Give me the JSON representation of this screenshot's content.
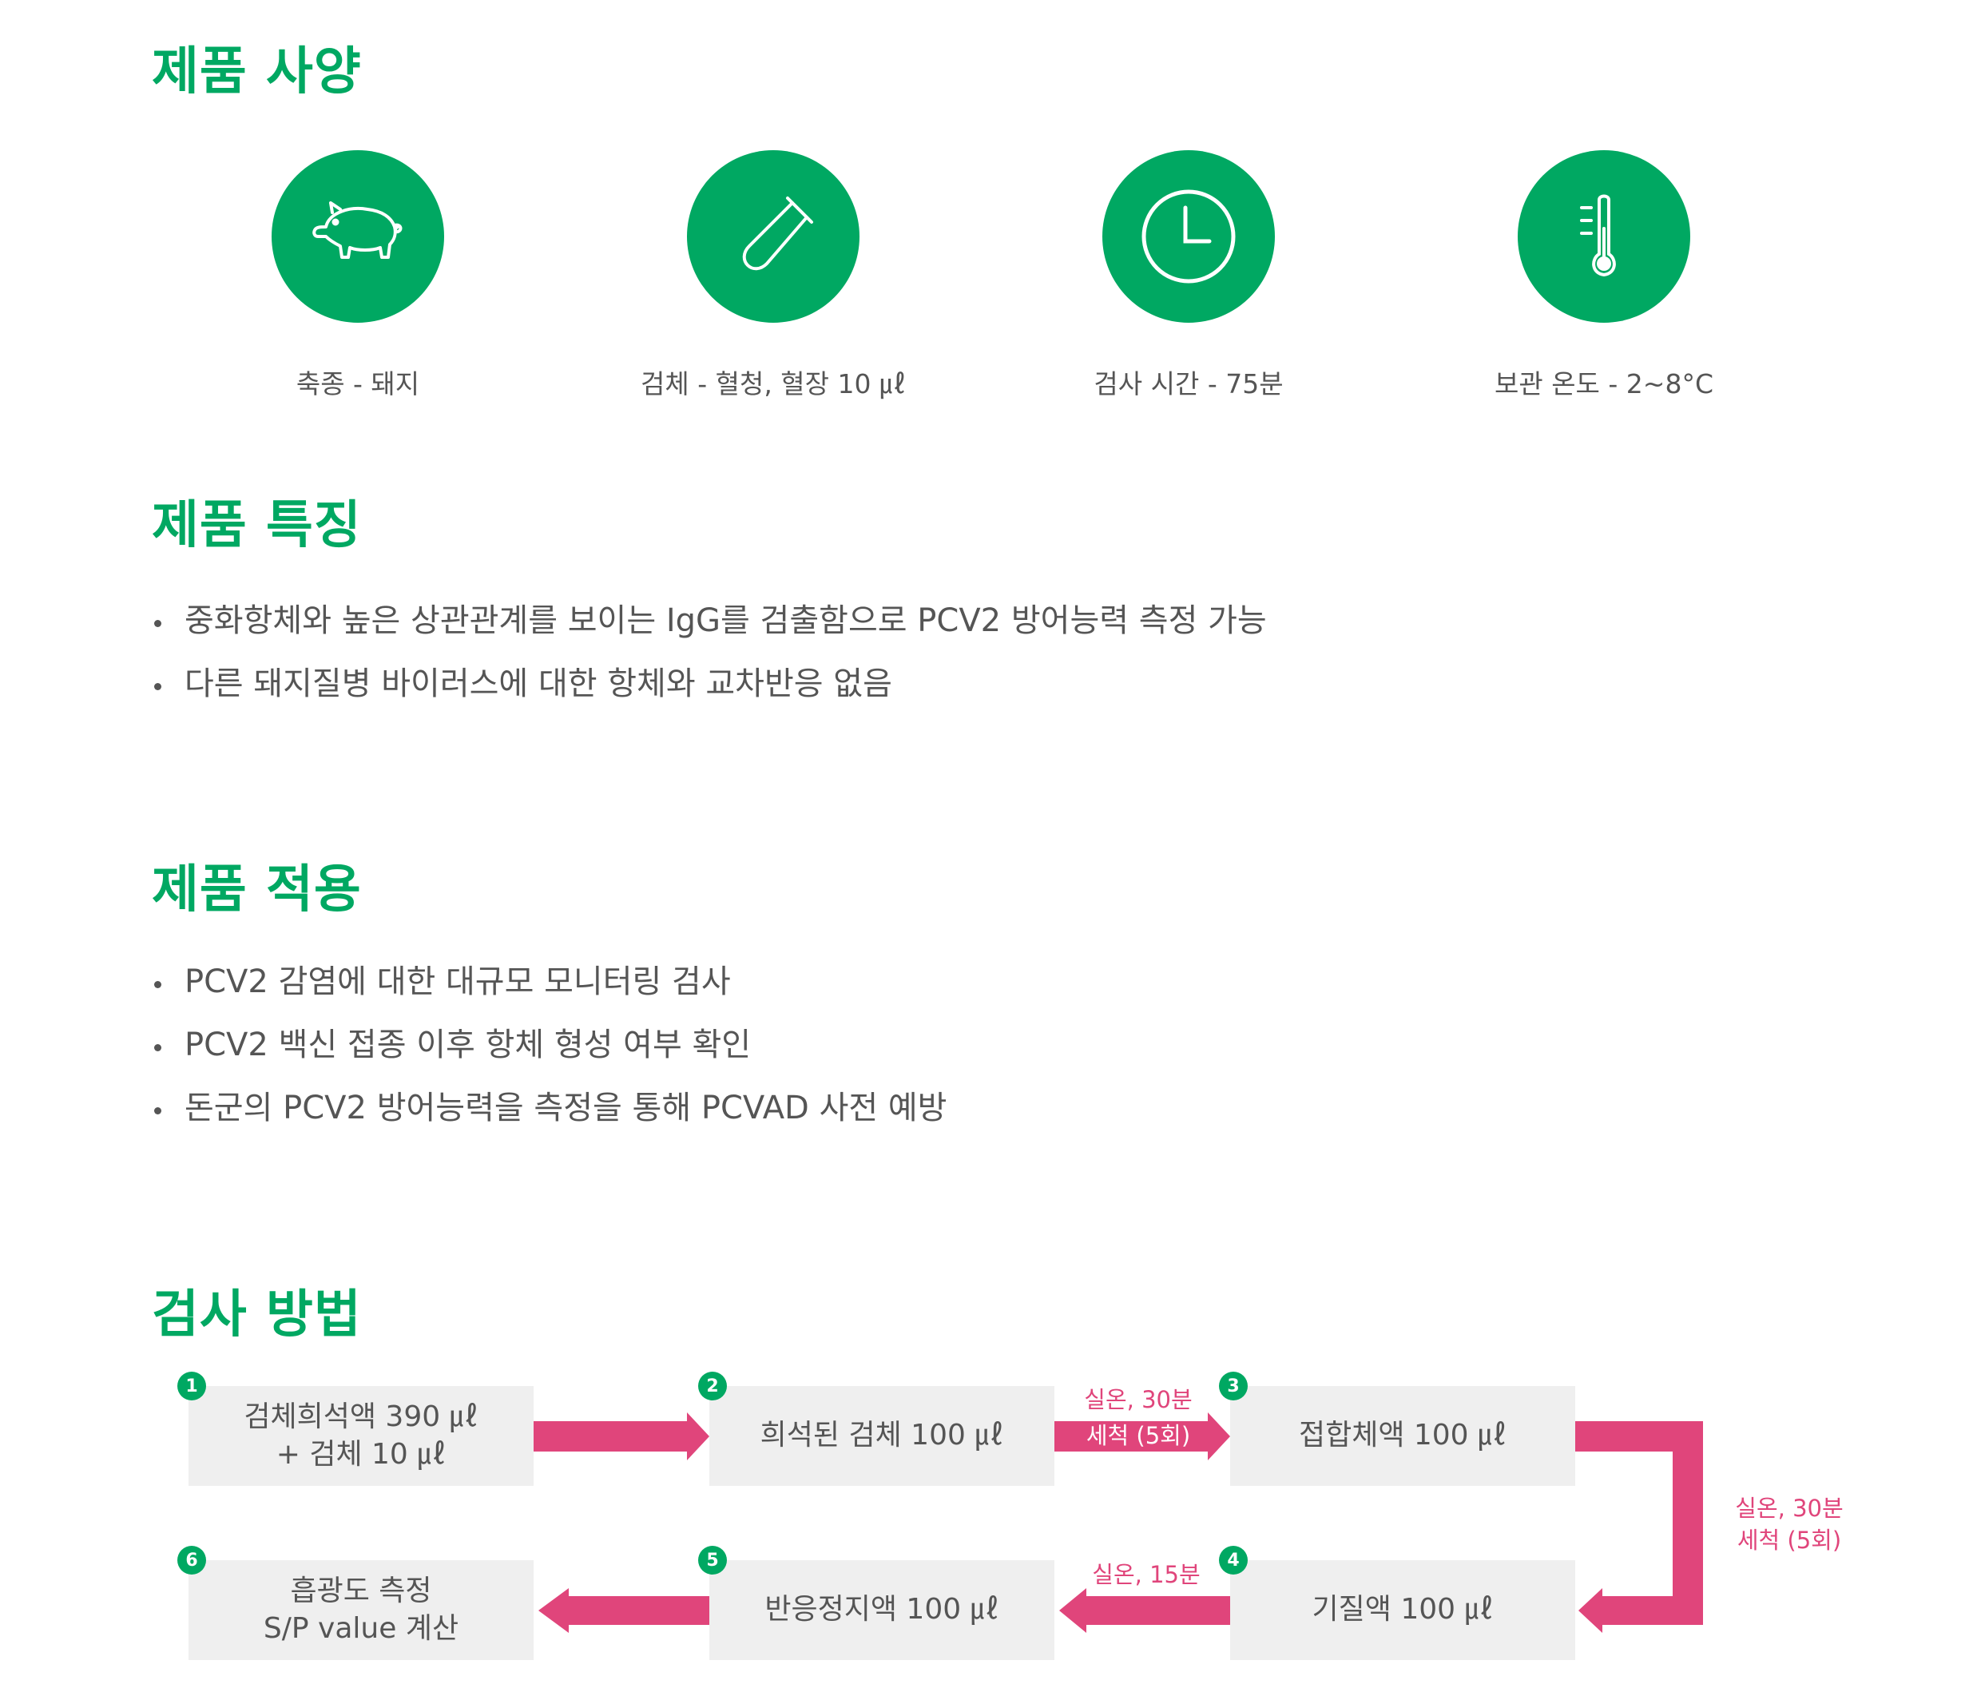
{
  "spec": {
    "title": "제품 사양",
    "items": [
      {
        "icon": "pig-icon",
        "label": "축종 - 돼지"
      },
      {
        "icon": "test-tube-icon",
        "label": "검체 - 혈청, 혈장 10 ㎕"
      },
      {
        "icon": "clock-icon",
        "label": "검사 시간 - 75분"
      },
      {
        "icon": "thermometer-icon",
        "label": "보관 온도 - 2~8°C"
      }
    ]
  },
  "features": {
    "title": "제품 특징",
    "items": [
      "중화항체와 높은 상관관계를 보이는 IgG를 검출함으로 PCV2 방어능력 측정 가능",
      "다른 돼지질병 바이러스에 대한 항체와 교차반응 없음"
    ]
  },
  "application": {
    "title": "제품 적용",
    "items": [
      "PCV2 감염에 대한 대규모 모니터링 검사",
      "PCV2 백신 접종 이후 항체 형성 여부 확인",
      "돈군의 PCV2 방어능력을 측정을 통해 PCVAD 사전 예방"
    ]
  },
  "method": {
    "title": "검사 방법",
    "steps": [
      {
        "num": "1",
        "text": "검체희석액 390 ㎕\n+ 검체 10 ㎕"
      },
      {
        "num": "2",
        "text": "희석된 검체 100 ㎕"
      },
      {
        "num": "3",
        "text": "접합체액 100 ㎕"
      },
      {
        "num": "4",
        "text": "기질액 100 ㎕"
      },
      {
        "num": "5",
        "text": "반응정지액 100 ㎕"
      },
      {
        "num": "6",
        "text": "흡광도 측정\nS/P value 계산"
      }
    ],
    "notes": {
      "step2_3_top": "실온, 30분",
      "step2_3_arrow": "세척 (5회)",
      "step3_4_line1": "실온, 30분",
      "step3_4_line2": "세척 (5회)",
      "step4_5": "실온, 15분"
    }
  },
  "colors": {
    "brand_green": "#00a862",
    "arrow_pink": "#e0457b",
    "box_gray": "#efefef"
  }
}
